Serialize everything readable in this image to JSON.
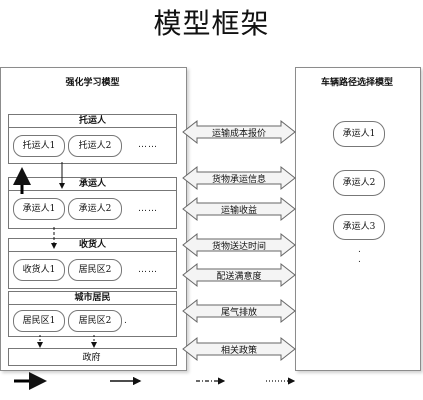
{
  "title": "模型框架",
  "rl_model": {
    "title": "强化学习模型",
    "shipper_group": {
      "header": "托运人",
      "nodes": [
        "托运人1",
        "托运人2"
      ],
      "ellipsis": "……"
    },
    "carrier_group": {
      "header": "承运人",
      "nodes": [
        "承运人1",
        "承运人2"
      ],
      "ellipsis": "……"
    },
    "receiver_group": {
      "header": "收货人",
      "nodes": [
        "收货人1",
        "居民区2"
      ],
      "ellipsis": "……"
    },
    "resident_group": {
      "header": "城市居民",
      "nodes": [
        "居民区1",
        "居民区2"
      ],
      "ellipsis": "."
    },
    "government": "政府"
  },
  "exchange_labels": [
    "运输成本报价",
    "货物承运信息",
    "运输收益",
    "货物送达时间",
    "配送满意度",
    "尾气排放",
    "相关政策"
  ],
  "routing_model": {
    "title": "车辆路径选择模型",
    "nodes": [
      "承运人1",
      "承运人2",
      "承运人3"
    ],
    "ellipsis_dots": [
      ".",
      "."
    ]
  }
}
